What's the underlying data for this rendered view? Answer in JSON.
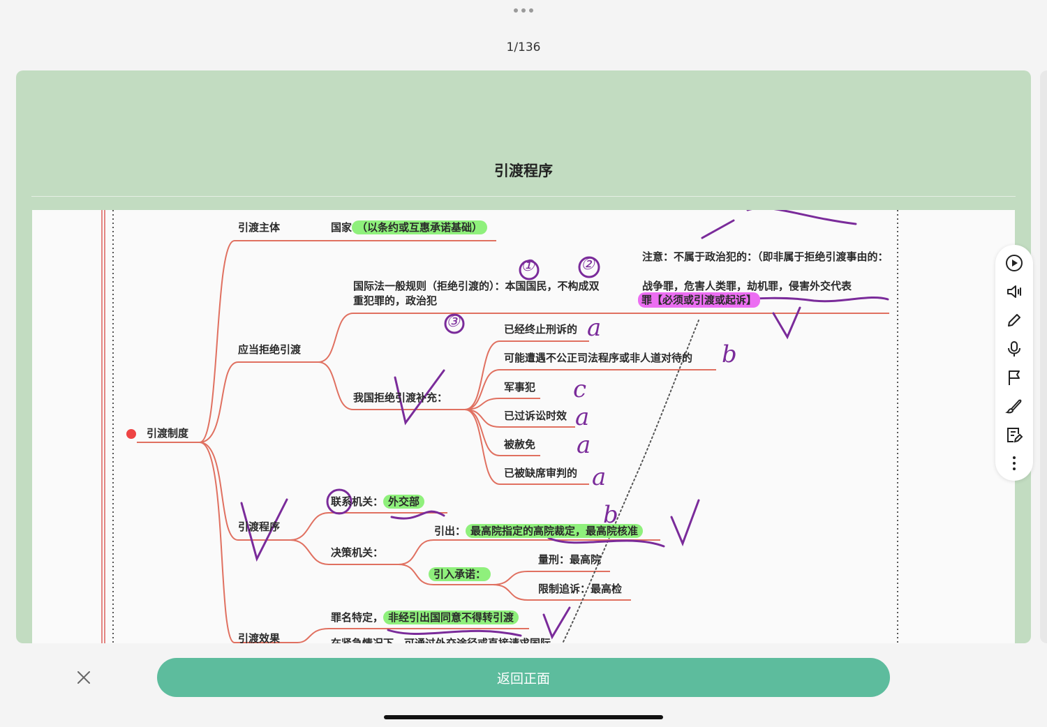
{
  "header": {
    "page_counter": "1/136"
  },
  "card": {
    "title": "引渡程序",
    "mindmap": {
      "root": "引渡制度",
      "nodes": {
        "subject": "引渡主体",
        "subject_country_prefix": "国家",
        "subject_country_basis": "（以条约或互惠承诺基础）",
        "refuse": "应当拒绝引渡",
        "intl_rule": "国际法一般规则（拒绝引渡的）：本国国民，不构成双重犯罪的，政治犯",
        "note": "注意：不属于政治犯的：（即非属于拒绝引渡事由的：",
        "note_highlight_1": "战争罪，危害人类罪，劫机罪，侵害外交代表",
        "note_highlight_2": "罪【必须或引渡或起诉】",
        "cn_refuse": "我国拒绝引渡补充：",
        "cn_items": [
          "已经终止刑诉的",
          "可能遭遇不公正司法程序或非人道对待的",
          "军事犯",
          "已过诉讼时效",
          "被赦免",
          "已被缺席审判的"
        ],
        "procedure": "引渡程序",
        "contact_prefix": "联系机关：",
        "contact_value": "外交部",
        "decision": "决策机关：",
        "extradite_out_prefix": "引出：",
        "extradite_out_value": "最高院指定的高院裁定，最高院核准",
        "extradite_in": "引入承诺：",
        "sentence": "量刑：最高院",
        "limit_prosecution": "限制追诉：最高检",
        "effect": "引渡效果",
        "specialty_prefix": "罪名特定，",
        "specialty_value": "非经引出国同意不得转引渡",
        "cutoff_text": "在紧急情况下，可通过外交途径或直接请求国际"
      },
      "handwriting": {
        "marks": [
          "a",
          "b",
          "c",
          "a",
          "a",
          "a",
          "b"
        ],
        "circled_numbers": [
          "①",
          "②",
          "③"
        ]
      }
    }
  },
  "toolbar": {
    "icons": [
      "play-icon",
      "speaker-icon",
      "pencil-icon",
      "microphone-icon",
      "flag-icon",
      "brush-icon",
      "note-edit-icon",
      "more-vertical-icon"
    ]
  },
  "footer": {
    "back_label": "返回正面"
  }
}
